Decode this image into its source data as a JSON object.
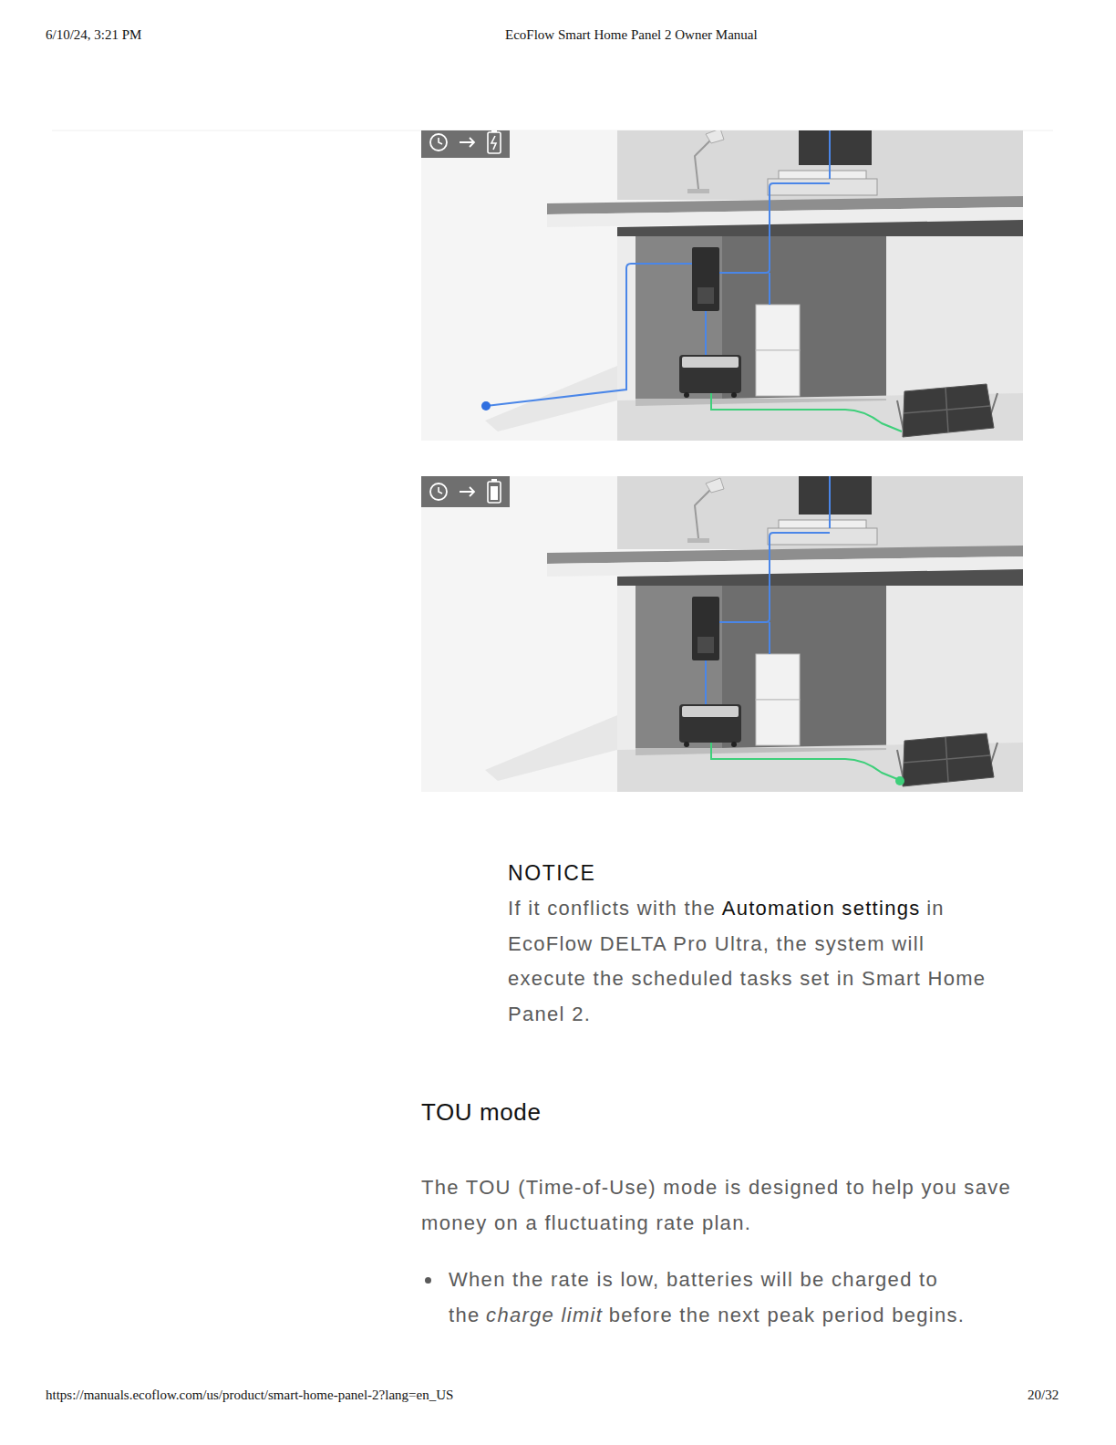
{
  "diagram": {
    "labels": [
      "6/10/24, 3:21 PM",
      "EcoFlow Smart Home Panel 2 Owner Manual",
      "NOTICE",
      "If it conflicts with the",
      "Automation settings",
      "in EcoFlow DELTA Pro Ultra, the system will execute the scheduled tasks set in Smart Home Panel 2.",
      "TOU mode",
      "The TOU (Time-of-Use) mode is designed to help you save money on a fluctuating rate plan.",
      "When the rate is low, batteries will be charged to the",
      "charge limit",
      "before the next peak period begins.",
      "https://manuals.ecoflow.com/us/product/smart-home-panel-2?lang=en_US",
      "20/32"
    ]
  }
}
